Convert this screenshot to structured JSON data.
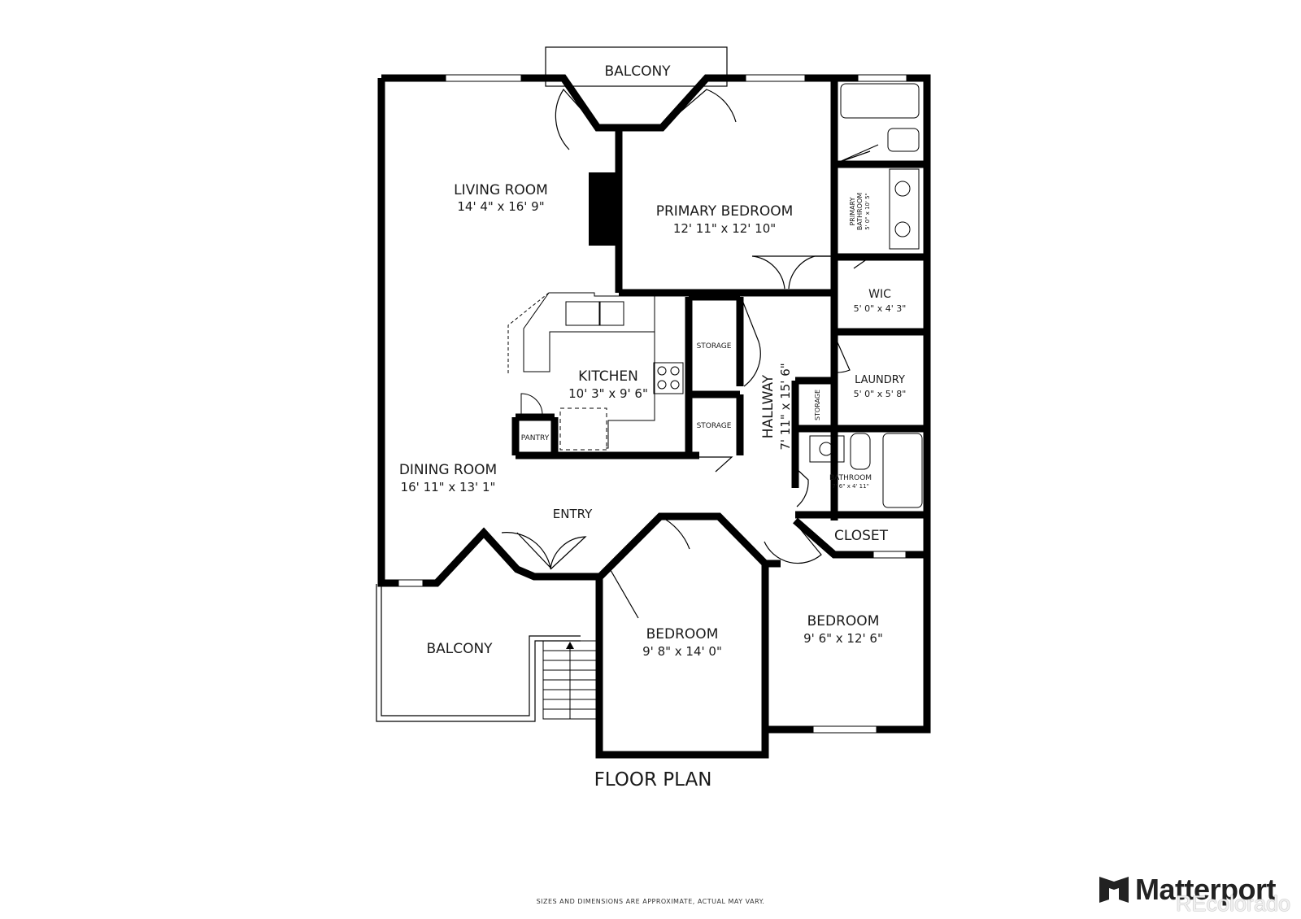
{
  "rooms": {
    "balcony_top": {
      "name": "BALCONY"
    },
    "living_room": {
      "name": "LIVING ROOM",
      "dims": "14' 4\" x 16' 9\""
    },
    "primary_bedroom": {
      "name": "PRIMARY BEDROOM",
      "dims": "12' 11\" x 12' 10\""
    },
    "primary_bathroom": {
      "name_line1": "PRIMARY",
      "name_line2": "BATHROOM",
      "dims": "5' 0\" x 10' 5\""
    },
    "wic": {
      "name": "WIC",
      "dims": "5' 0\" x 4' 3\""
    },
    "storage_1": {
      "name": "STORAGE"
    },
    "storage_2": {
      "name": "STORAGE"
    },
    "storage_3": {
      "name": "STORAGE"
    },
    "kitchen": {
      "name": "KITCHEN",
      "dims": "10' 3\" x 9' 6\""
    },
    "pantry": {
      "name": "PANTRY"
    },
    "hallway": {
      "name": "HALLWAY",
      "dims": "7' 11\" x 15' 6\""
    },
    "laundry": {
      "name": "LAUNDRY",
      "dims": "5' 0\" x 5' 8\""
    },
    "bathroom": {
      "name": "BATHROOM",
      "dims": "7' 6\" x 4' 11\""
    },
    "dining_room": {
      "name": "DINING ROOM",
      "dims": "16' 11\" x 13' 1\""
    },
    "entry": {
      "name": "ENTRY"
    },
    "closet": {
      "name": "CLOSET"
    },
    "bedroom_1": {
      "name": "BEDROOM",
      "dims": "9' 8\" x 14' 0\""
    },
    "bedroom_2": {
      "name": "BEDROOM",
      "dims": "9' 6\" x 12' 6\""
    },
    "balcony_bottom": {
      "name": "BALCONY"
    }
  },
  "plan_title": "FLOOR PLAN",
  "disclaimer": "SIZES AND DIMENSIONS ARE APPROXIMATE, ACTUAL MAY VARY.",
  "brand": {
    "name": "Matterport",
    "icon": "matterport-logo-icon"
  },
  "watermark": "REcolorado",
  "colors": {
    "wall": "#000000",
    "text": "#1a1a1a",
    "background": "#ffffff"
  }
}
